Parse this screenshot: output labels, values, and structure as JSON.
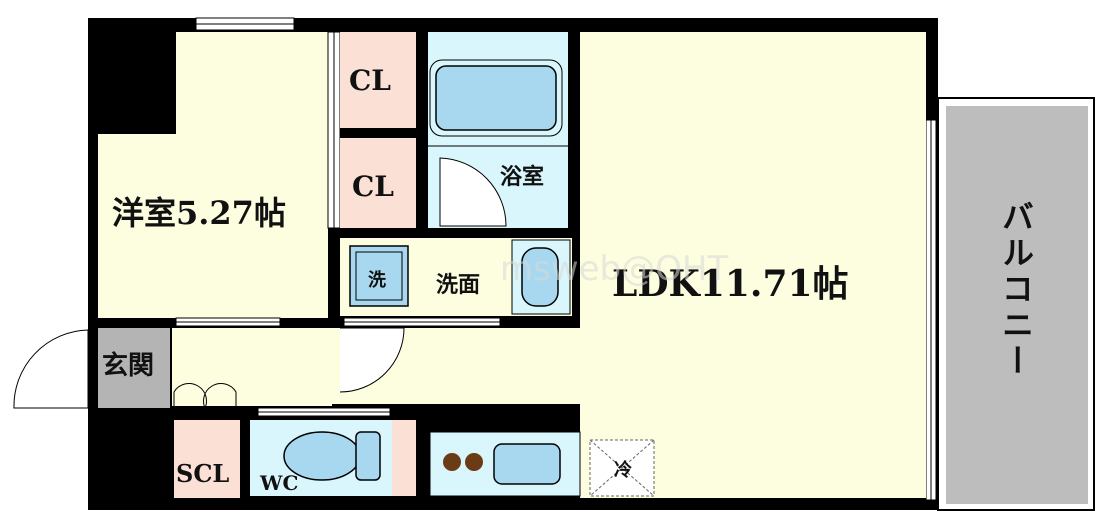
{
  "rooms": {
    "western_room": "洋室5.27帖",
    "ldk": "LDK11.71帖",
    "closet_upper": "CL",
    "closet_lower": "CL",
    "bathroom": "浴室",
    "washroom": "洗面",
    "washer": "洗",
    "entrance": "玄関",
    "shoe_closet": "SCL",
    "toilet": "WC",
    "fridge": "冷",
    "balcony": "バルコニー"
  },
  "watermark": "msweb@OHT",
  "colors": {
    "room_floor": "#fdfde0",
    "closet": "#fbe0d6",
    "bath_bg": "#d8f6fb",
    "fixture_blue": "#a8d8ef",
    "entrance_floor": "#b4b4b4",
    "balcony": "#bdbdbd",
    "wall": "#000000",
    "stove_burner": "#6b3b16"
  }
}
